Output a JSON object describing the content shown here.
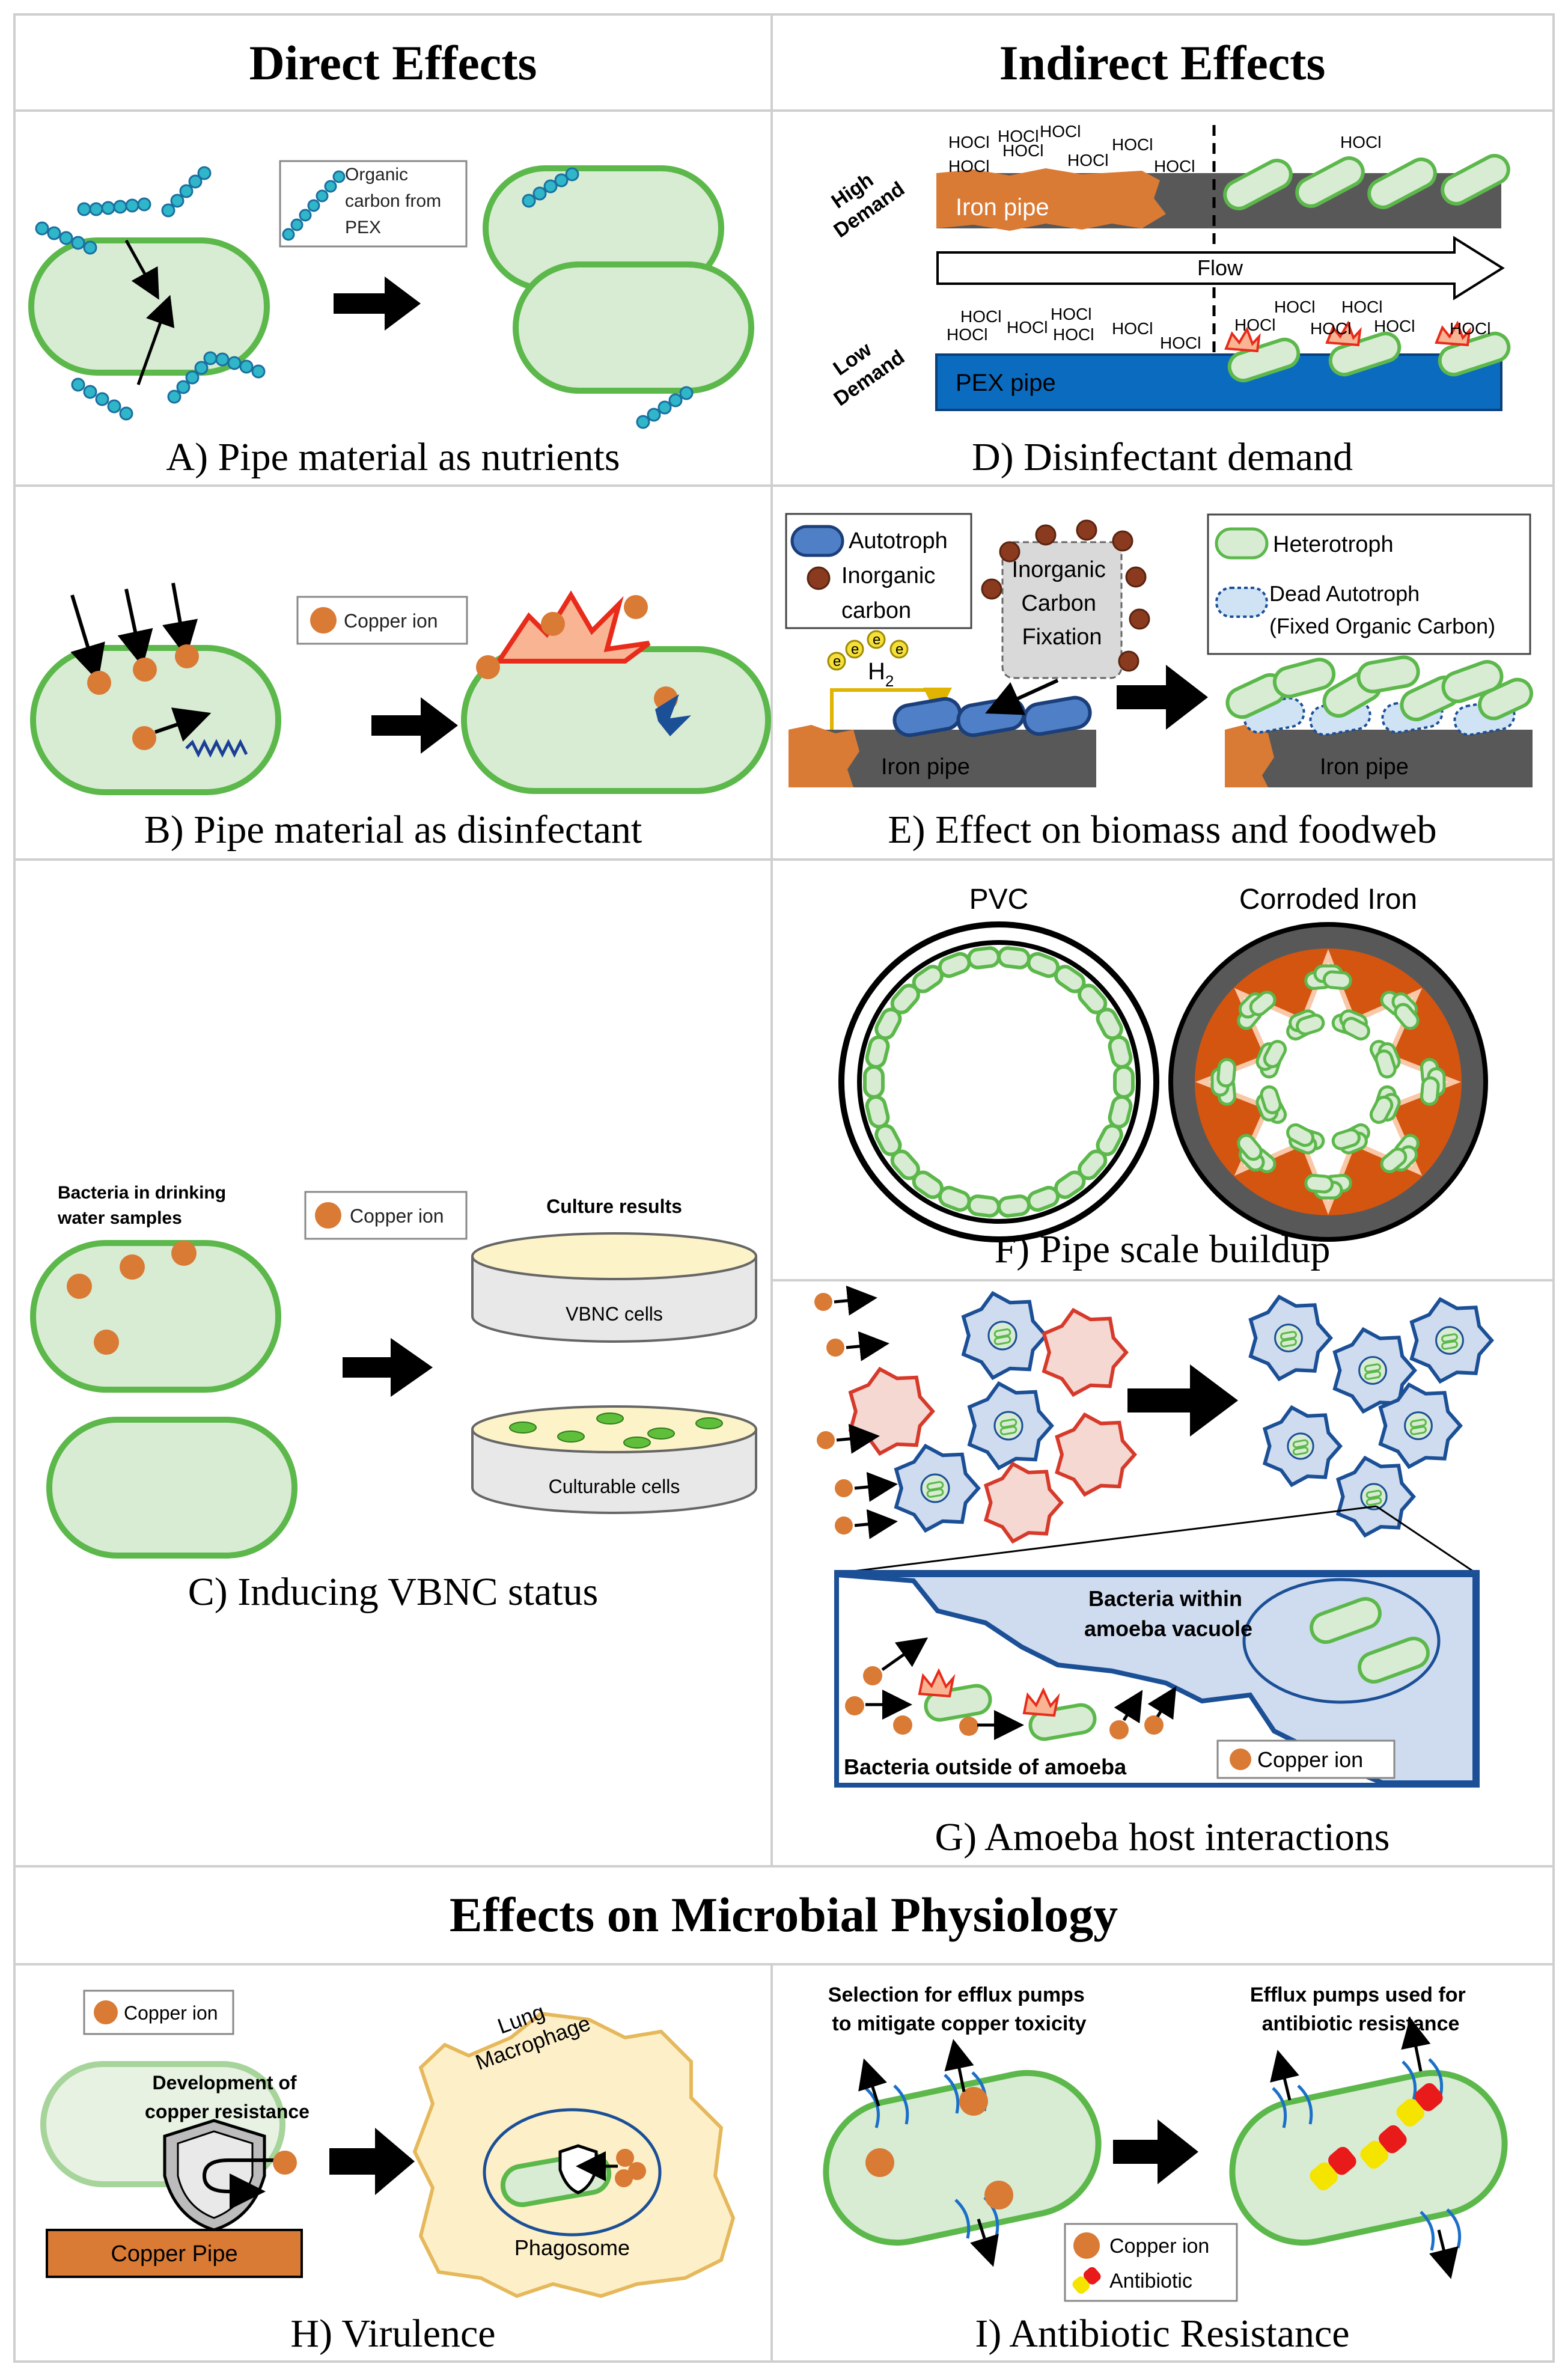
{
  "headers": {
    "direct": "Direct Effects",
    "indirect": "Indirect Effects",
    "physiology": "Effects on Microbial Physiology"
  },
  "panels": {
    "a": {
      "caption": "A) Pipe material as nutrients",
      "legend": [
        "Organic",
        "carbon from",
        "PEX"
      ]
    },
    "b": {
      "caption": "B) Pipe material as disinfectant",
      "legend": "Copper ion"
    },
    "c": {
      "caption": "C) Inducing VBNC status",
      "legend": "Copper ion",
      "bacteria_label": [
        "Bacteria in drinking",
        "water samples"
      ],
      "culture_title": "Culture results",
      "dish_top": "VBNC cells",
      "dish_bottom": "Culturable cells"
    },
    "d": {
      "caption": "D)  Disinfectant demand",
      "high_label": [
        "High",
        "Demand"
      ],
      "low_label": [
        "Low",
        "Demand"
      ],
      "iron": "Iron pipe",
      "pex": "PEX pipe",
      "flow": "Flow",
      "hocl": "HOCl"
    },
    "e": {
      "caption": "E) Effect on biomass and foodweb",
      "autotroph": "Autotroph",
      "inorganic": [
        "Inorganic",
        "carbon"
      ],
      "fixation": [
        "Inorganic",
        "Carbon",
        "Fixation"
      ],
      "h2": "H",
      "h2_sub": "2",
      "e": "e",
      "iron_left": "Iron pipe",
      "iron_right": "Iron pipe",
      "heterotroph": "Heterotroph",
      "dead": [
        "Dead Autotroph",
        "(Fixed Organic Carbon)"
      ]
    },
    "f": {
      "caption": "F) Pipe scale buildup",
      "pvc": "PVC",
      "iron": "Corroded Iron"
    },
    "g": {
      "caption": "G) Amoeba host interactions",
      "inside": [
        "Bacteria within",
        "amoeba vacuole"
      ],
      "outside": "Bacteria outside of amoeba",
      "legend": "Copper ion"
    },
    "h": {
      "caption": "H) Virulence",
      "legend": "Copper ion",
      "dev": [
        "Development of",
        "copper resistance"
      ],
      "pipe": "Copper Pipe",
      "macrophage": [
        "Lung",
        "Macrophage"
      ],
      "phagosome": "Phagosome"
    },
    "i": {
      "caption": "I) Antibiotic Resistance",
      "left_title": [
        "Selection for efflux pumps",
        "to mitigate copper toxicity"
      ],
      "right_title": [
        "Efflux pumps used for",
        "antibiotic resistance"
      ],
      "legend_copper": "Copper ion",
      "legend_antibiotic": "Antibiotic"
    }
  },
  "colors": {
    "cell_fill": "#d8ecd4",
    "cell_stroke": "#5cb84b",
    "copper": "#d97a35",
    "iron": "#d97a35",
    "pipe_gray": "#585858",
    "pex_blue": "#0b6bbf",
    "autotroph": "#4f7fc6",
    "amoeba_blue": "#1b4f96",
    "amoeba_red": "#d63a2a",
    "pex_bead": "#2fb6c8"
  }
}
